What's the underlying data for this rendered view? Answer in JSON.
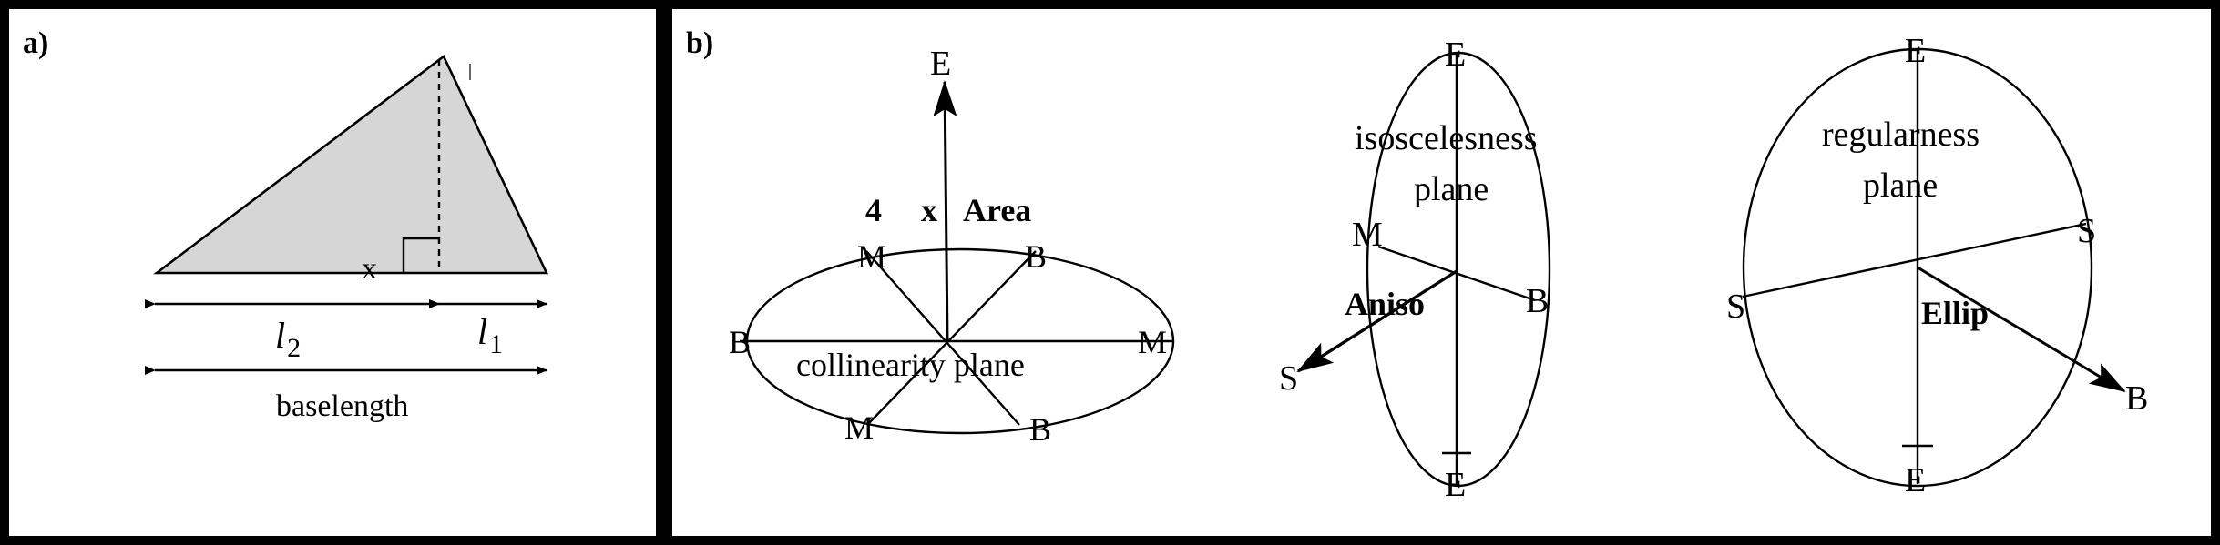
{
  "panel_a": {
    "label": "a)",
    "x_label": "x",
    "l2_base": "l",
    "l2_sub": "2",
    "l1_base": "l",
    "l1_sub": "1",
    "baselength": "baselength",
    "fill_color": "#d6d6d6"
  },
  "panel_b": {
    "label": "b)",
    "collinearity": {
      "axis_label": "E",
      "area_4": "4",
      "area_x": "x",
      "area_word": "Area",
      "plane_label": "collinearity plane",
      "m_top": "M",
      "b_top": "B",
      "b_left": "B",
      "m_right": "M",
      "m_bottom": "M",
      "b_bottom": "B"
    },
    "isosceles": {
      "e_top": "E",
      "plane_line1": "isoscelesness",
      "plane_line2": "plane",
      "m_label": "M",
      "b_label": "B",
      "aniso": "Aniso",
      "s_label": "S",
      "e_bottom": "E"
    },
    "regular": {
      "e_top": "E",
      "plane_line1": "regularness",
      "plane_line2": "plane",
      "s_right": "S",
      "s_left": "S",
      "ellip": "Ellip",
      "b_label": "B",
      "e_bottom": "E"
    }
  }
}
